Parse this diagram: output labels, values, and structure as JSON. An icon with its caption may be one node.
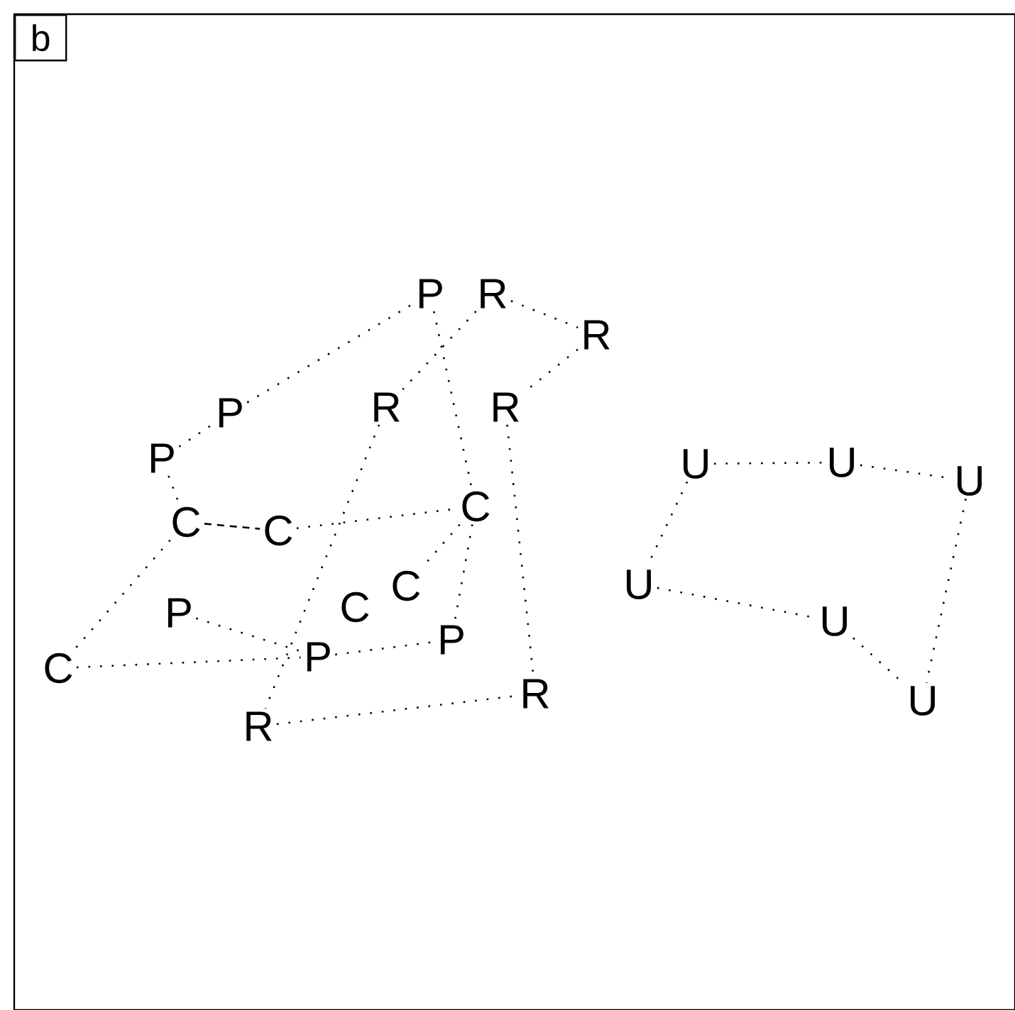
{
  "diagram": {
    "nodes": [
      {
        "text": [
          "P"
        ]
      },
      {
        "text": [
          "R"
        ]
      },
      {
        "text": [
          "R"
        ]
      },
      {
        "text": [
          "P"
        ]
      },
      {
        "text": [
          "R"
        ]
      },
      {
        "text": [
          "R"
        ]
      },
      {
        "text": [
          "P"
        ]
      },
      {
        "text": [
          "C"
        ]
      },
      {
        "text": [
          "C"
        ]
      },
      {
        "text": [
          "C"
        ]
      },
      {
        "text": [
          "C"
        ]
      },
      {
        "text": [
          "C"
        ]
      },
      {
        "text": [
          "P"
        ]
      },
      {
        "text": [
          "P"
        ]
      },
      {
        "text": [
          "C"
        ]
      },
      {
        "text": [
          "P"
        ]
      },
      {
        "text": [
          "R"
        ]
      },
      {
        "text": [
          "R"
        ]
      },
      {
        "text": [
          "U"
        ]
      },
      {
        "text": [
          "U"
        ]
      },
      {
        "text": [
          "U"
        ]
      },
      {
        "text": [
          "U"
        ]
      },
      {
        "text": [
          "U"
        ]
      },
      {
        "text": [
          "U"
        ]
      }
    ],
    "edges": [
      {
        "from": 3,
        "to": 0,
        "arrow": "none"
      },
      {
        "from": 6,
        "to": 3,
        "arrow": "none"
      },
      {
        "from": 6,
        "to": 7,
        "arrow": "none"
      },
      {
        "from": 7,
        "to": 8,
        "arrow": "none",
        "style": "dashed"
      },
      {
        "from": 8,
        "to": 9,
        "arrow": "none"
      },
      {
        "from": 1,
        "to": 4,
        "arrow": "none"
      },
      {
        "from": 1,
        "to": 2,
        "arrow": "none"
      },
      {
        "from": 2,
        "to": 5,
        "arrow": "none"
      },
      {
        "from": 0,
        "to": 9,
        "arrow": "none"
      },
      {
        "from": 5,
        "to": 17,
        "arrow": "none"
      },
      {
        "from": 4,
        "to": 16,
        "arrow": "none"
      },
      {
        "from": 9,
        "to": 10,
        "arrow": "none"
      },
      {
        "from": 9,
        "to": 13,
        "arrow": "none"
      },
      {
        "from": 7,
        "to": 14,
        "arrow": "none"
      },
      {
        "from": 12,
        "to": 15,
        "arrow": "none"
      },
      {
        "from": 14,
        "to": 15,
        "arrow": "none"
      },
      {
        "from": 15,
        "to": 13,
        "arrow": "none"
      },
      {
        "from": 16,
        "to": 17,
        "arrow": "none"
      },
      {
        "from": 18,
        "to": 19,
        "arrow": "none"
      },
      {
        "from": 19,
        "to": 20,
        "arrow": "none"
      },
      {
        "from": 18,
        "to": 21,
        "arrow": "none"
      },
      {
        "from": 21,
        "to": 22,
        "arrow": "none"
      },
      {
        "from": 22,
        "to": 23,
        "arrow": "none"
      },
      {
        "from": 20,
        "to": 23,
        "arrow": "none"
      }
    ],
    "labels": [
      "b"
    ]
  }
}
